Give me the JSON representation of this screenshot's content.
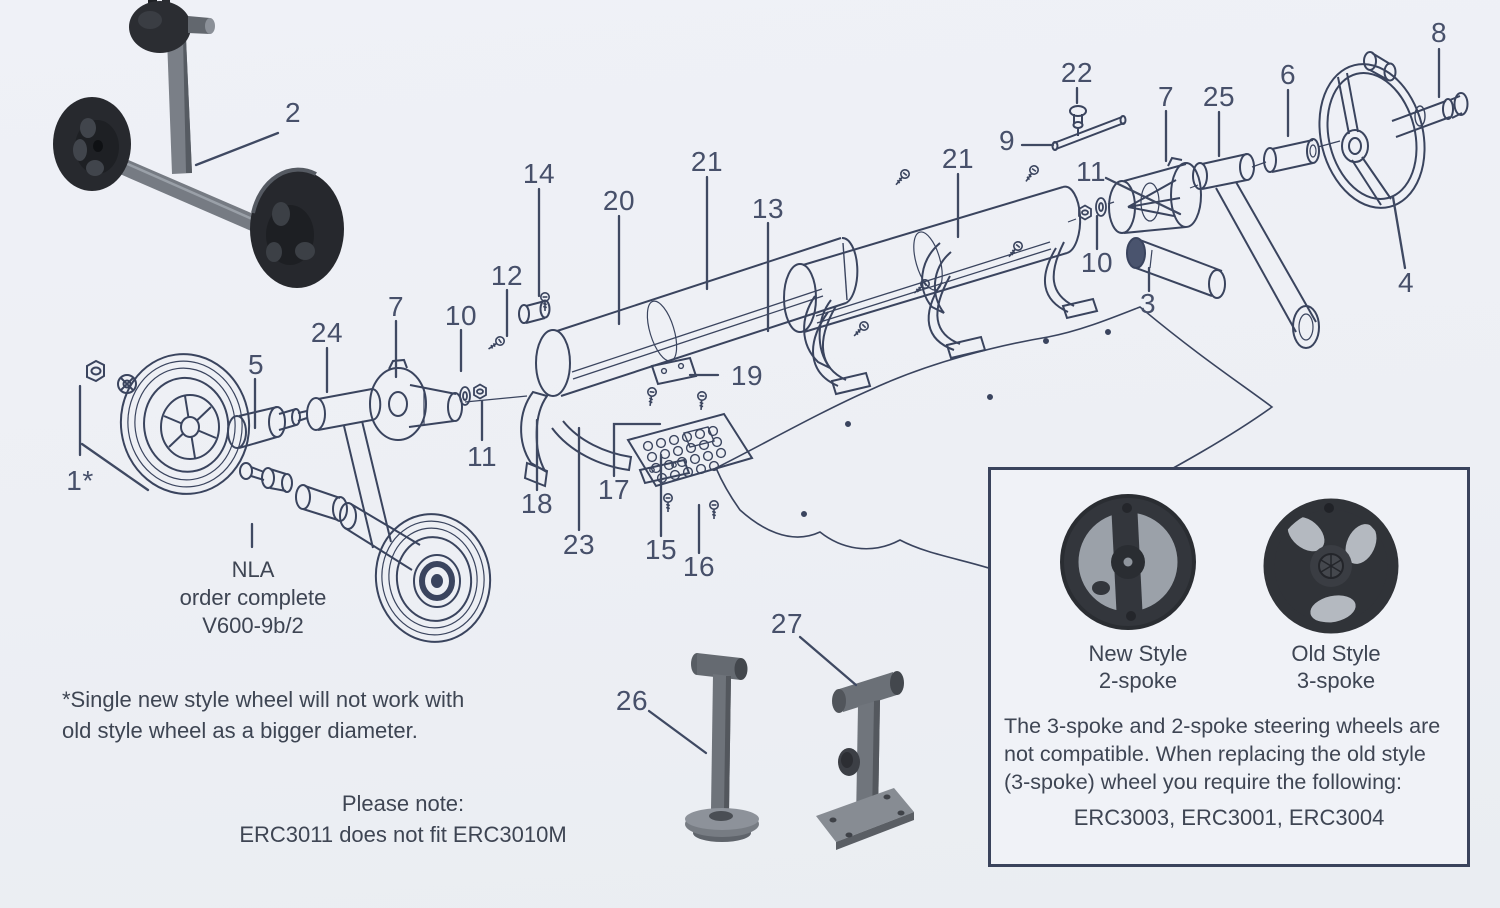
{
  "palette": {
    "background": "#edeff4",
    "line_art": "#3a445e",
    "leader": "#3f4962",
    "label_text": "#47506a",
    "note_text": "#3e4553",
    "photo_dark": "#26282d",
    "photo_gray": "#6e737a",
    "inset_border": "#3a435c"
  },
  "labels": {
    "p2": "2",
    "p1": "1*",
    "p5": "5",
    "p24": "24",
    "p7l": "7",
    "p10l": "10",
    "p11l": "11",
    "p12": "12",
    "p14": "14",
    "p20": "20",
    "p21l": "21",
    "p13": "13",
    "p19": "19",
    "p18": "18",
    "p23": "23",
    "p17": "17",
    "p15": "15",
    "p16": "16",
    "p21r": "21",
    "p22": "22",
    "p9": "9",
    "p11r": "11",
    "p10r": "10",
    "p3": "3",
    "p7r": "7",
    "p25": "25",
    "p6": "6",
    "p8": "8",
    "p4": "4",
    "p26": "26",
    "p27": "27"
  },
  "notes": {
    "nla_line1": "NLA",
    "nla_line2": "order complete",
    "nla_line3": "V600-9b/2",
    "asterisk_line1": "*Single new style wheel will not work with",
    "asterisk_line2": "old style wheel as a bigger diameter.",
    "please_line1": "Please note:",
    "please_line2": "ERC3011 does not fit ERC3010M"
  },
  "inset": {
    "new_style_caption_line1": "New Style",
    "new_style_caption_line2": "2-spoke",
    "old_style_caption_line1": "Old Style",
    "old_style_caption_line2": "3-spoke",
    "body_line1": "The 3-spoke and 2-spoke steering wheels are",
    "body_line2": "not compatible. When replacing the old style",
    "body_line3": "(3-spoke) wheel you require the following:",
    "required_parts": "ERC3003, ERC3001, ERC3004"
  }
}
